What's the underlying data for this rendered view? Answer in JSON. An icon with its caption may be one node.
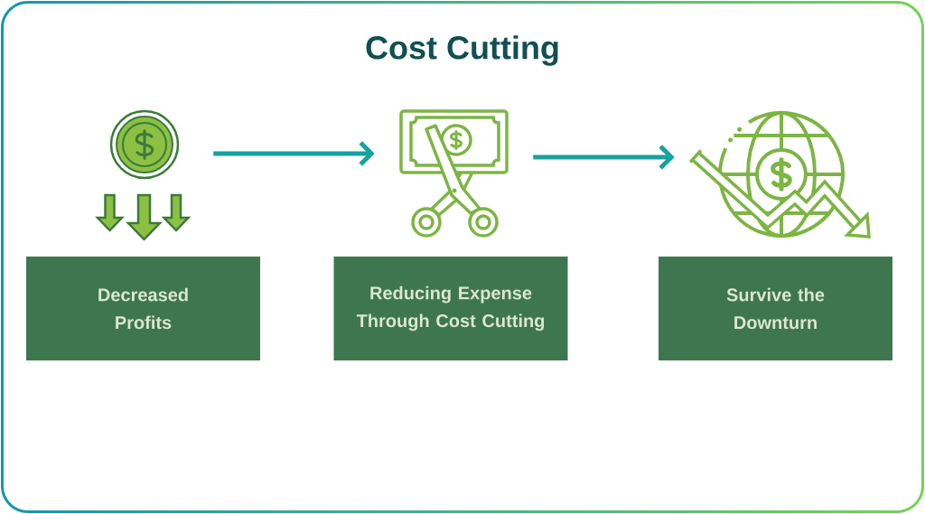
{
  "diagram": {
    "title": "Cost Cutting",
    "nodes": [
      {
        "text": [],
        "shape": "picture"
      },
      {
        "text": [],
        "shape": "picture"
      },
      {
        "text": [],
        "shape": "picture"
      },
      {
        "text": [
          "Decreased Profits"
        ]
      },
      {
        "text": [
          "Reducing Expense Through Cost Cutting"
        ]
      },
      {
        "text": [
          "Survive the Downturn"
        ]
      }
    ],
    "edges": [
      {
        "from": 0,
        "to": 1,
        "arrow": "to"
      },
      {
        "from": 1,
        "to": 2,
        "arrow": "to"
      }
    ]
  }
}
